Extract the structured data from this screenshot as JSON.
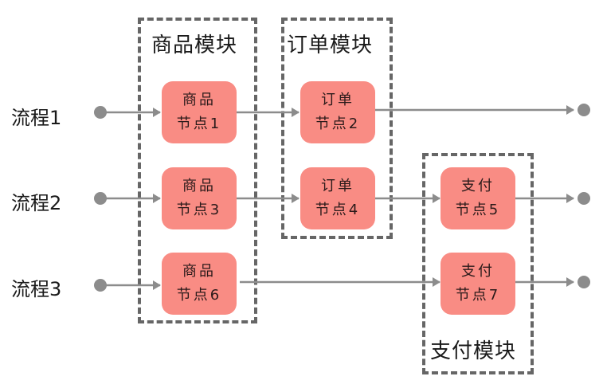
{
  "modules": [
    {
      "id": "product",
      "title": "商品模块"
    },
    {
      "id": "order",
      "title": "订单模块"
    },
    {
      "id": "payment",
      "title": "支付模块"
    }
  ],
  "flows": [
    {
      "label": "流程1"
    },
    {
      "label": "流程2"
    },
    {
      "label": "流程3"
    }
  ],
  "nodes": [
    {
      "id": "n1",
      "line1": "商品",
      "line2": "节点1",
      "module": "product",
      "flow": 1
    },
    {
      "id": "n2",
      "line1": "订单",
      "line2": "节点2",
      "module": "order",
      "flow": 1
    },
    {
      "id": "n3",
      "line1": "商品",
      "line2": "节点3",
      "module": "product",
      "flow": 2
    },
    {
      "id": "n4",
      "line1": "订单",
      "line2": "节点4",
      "module": "order",
      "flow": 2
    },
    {
      "id": "n5",
      "line1": "支付",
      "line2": "节点5",
      "module": "payment",
      "flow": 2
    },
    {
      "id": "n6",
      "line1": "商品",
      "line2": "节点6",
      "module": "product",
      "flow": 3
    },
    {
      "id": "n7",
      "line1": "支付",
      "line2": "节点7",
      "module": "payment",
      "flow": 3
    }
  ],
  "edges": [
    {
      "flow": 1,
      "path": [
        "start",
        "n1",
        "n2",
        "end"
      ]
    },
    {
      "flow": 2,
      "path": [
        "start",
        "n3",
        "n4",
        "n5",
        "end"
      ]
    },
    {
      "flow": 3,
      "path": [
        "start",
        "n6",
        "n7",
        "end"
      ]
    }
  ],
  "colors": {
    "node_fill": "#f98c84",
    "line": "#8c8c8c",
    "border": "#666666"
  }
}
